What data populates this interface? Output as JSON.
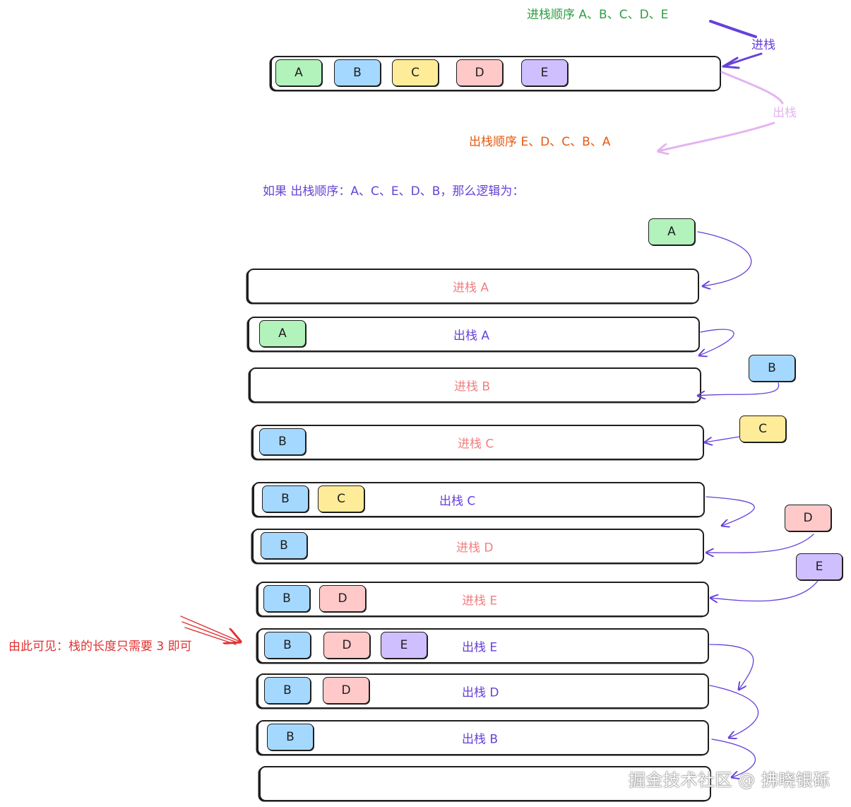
{
  "top": {
    "push_order": "进栈顺序 A、B、C、D、E",
    "push_label": "进栈",
    "pop_label": "出栈",
    "pop_order": "出栈顺序 E、D、C、B、A",
    "stack_items": [
      "A",
      "B",
      "C",
      "D",
      "E"
    ]
  },
  "scenario": {
    "heading": "如果 出栈顺序：A、C、E、D、B，那么逻辑为：",
    "loose_items": [
      "A",
      "B",
      "C",
      "D",
      "E"
    ],
    "steps": [
      {
        "label": "进栈 A",
        "items": []
      },
      {
        "label": "出栈 A",
        "items": [
          "A"
        ]
      },
      {
        "label": "进栈 B",
        "items": []
      },
      {
        "label": "进栈 C",
        "items": [
          "B"
        ]
      },
      {
        "label": "出栈 C",
        "items": [
          "B",
          "C"
        ]
      },
      {
        "label": "进栈 D",
        "items": [
          "B"
        ]
      },
      {
        "label": "进栈 E",
        "items": [
          "B",
          "D"
        ]
      },
      {
        "label": "出栈 E",
        "items": [
          "B",
          "D",
          "E"
        ]
      },
      {
        "label": "出栈 D",
        "items": [
          "B",
          "D"
        ]
      },
      {
        "label": "出栈 B",
        "items": [
          "B"
        ]
      },
      {
        "label": "",
        "items": []
      }
    ]
  },
  "conclusion": "由此可见：栈的长度只需要 3 即可",
  "watermark": "掘金技术社区 @ 拂晓银砾",
  "colors": {
    "A": "#b2f2bb",
    "B": "#a5d8ff",
    "C": "#ffec99",
    "D": "#ffc9c9",
    "E": "#d0bfff",
    "push": "#f08080",
    "pop": "#6741d9",
    "arrow": "#6741d9"
  }
}
